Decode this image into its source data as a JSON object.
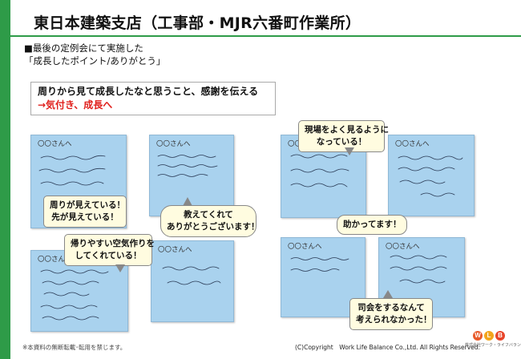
{
  "header": {
    "title": "東日本建築支店（工事部・MJR六番町作業所）"
  },
  "intro": {
    "bullet": "■",
    "line1": "最後の定例会にて実施した",
    "line2": "「成長したポイント/ありがとう」"
  },
  "callout": {
    "line1": "周りから見て成長したなと思うこと、感謝を伝える",
    "line2": "→気付き、成長へ"
  },
  "notes": [
    {
      "name": "〇〇さんへ"
    },
    {
      "name": "〇〇さんへ"
    },
    {
      "name": "〇〇さんへ"
    },
    {
      "name": "〇〇さんへ"
    },
    {
      "name": "〇〇さんへ"
    },
    {
      "name": "〇〇さんへ"
    },
    {
      "name": "〇〇さんへ"
    },
    {
      "name": "〇〇さんへ"
    }
  ],
  "bubbles": {
    "b1_line1": "周りが見えている！",
    "b1_line2": "先が見えている！",
    "b2_line1": "帰りやすい空気作りを",
    "b2_line2": "してくれている！",
    "b3_line1": "教えてくれて",
    "b3_line2": "ありがとうございます！",
    "b4_line1": "現場をよく見るように",
    "b4_line2": "なっている！",
    "b5": "助かってます！",
    "b6_line1": "司会をするなんて",
    "b6_line2": "考えられなかった！"
  },
  "footer": {
    "note": "※本資料の無断転載･転用を禁じます。",
    "copyright": "(C)Copyright　Work Life Balance Co.,Ltd. All Rights Reserved.",
    "logo_letters": [
      "W",
      "L",
      "B"
    ],
    "logo_caption": "株式会社ワーク・ライフバランス"
  },
  "colors": {
    "brand_green": "#2e9b48",
    "note_blue": "#a9d2ee",
    "highlight_red": "#e0201c",
    "bubble_fill": "#fffce0"
  }
}
